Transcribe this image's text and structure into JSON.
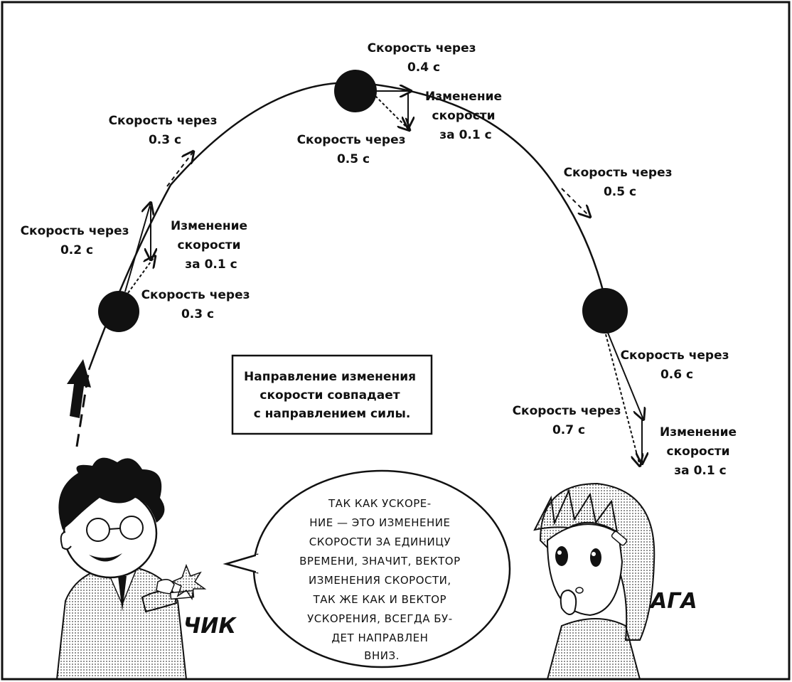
{
  "labels": {
    "v02": [
      "Скорость через",
      "0.2 с"
    ],
    "v03_upper": [
      "Скорость через",
      "0.3 с"
    ],
    "v03_lower": [
      "Скорость через",
      "0.3 с"
    ],
    "dv_left": [
      "Изменение",
      "скорости",
      "за 0.1 с"
    ],
    "v04": [
      "Скорость через",
      "0.4 с"
    ],
    "v05_top": [
      "Скорость через",
      "0.5 с"
    ],
    "dv_top": [
      "Изменение",
      "скорости",
      "за 0.1 с"
    ],
    "v05_right": [
      "Скорость через",
      "0.5 с"
    ],
    "v06": [
      "Скорость через",
      "0.6 с"
    ],
    "v07": [
      "Скорость через",
      "0.7 с"
    ],
    "dv_right": [
      "Изменение",
      "скорости",
      "за 0.1 с"
    ]
  },
  "note": [
    "Направление изменения",
    "скорости совпадает",
    "с направлением силы."
  ],
  "speech": [
    "ТАК КАК УСКОРЕ-",
    "НИЕ — ЭТО ИЗМЕНЕНИЕ",
    "СКОРОСТИ ЗА ЕДИНИЦУ",
    "ВРЕМЕНИ, ЗНАЧИТ, ВЕКТОР",
    "ИЗМЕНЕНИЯ СКОРОСТИ,",
    "ТАК ЖЕ КАК И ВЕКТОР",
    "УСКОРЕНИЯ, ВСЕГДА БУ-",
    "ДЕТ НАПРАВЛЕН",
    "ВНИЗ."
  ],
  "sfx": {
    "chalk": "ЧИК",
    "girl": "АГА"
  },
  "colors": {
    "ink": "#111111",
    "paper": "#ffffff",
    "tone": "#cfcfcf"
  }
}
